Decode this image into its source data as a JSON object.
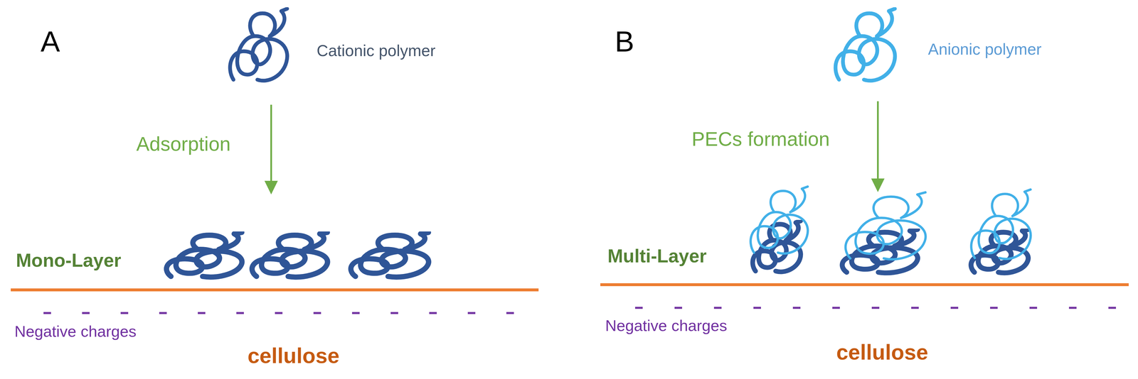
{
  "diagram": {
    "labels": [
      "A",
      "Cationic polymer",
      "Adsorption",
      "Mono-Layer",
      "Negative charges",
      "cellulose",
      "B",
      "Anionic polymer",
      "PECs formation",
      "Multi-Layer",
      "Negative charges",
      "cellulose"
    ]
  }
}
